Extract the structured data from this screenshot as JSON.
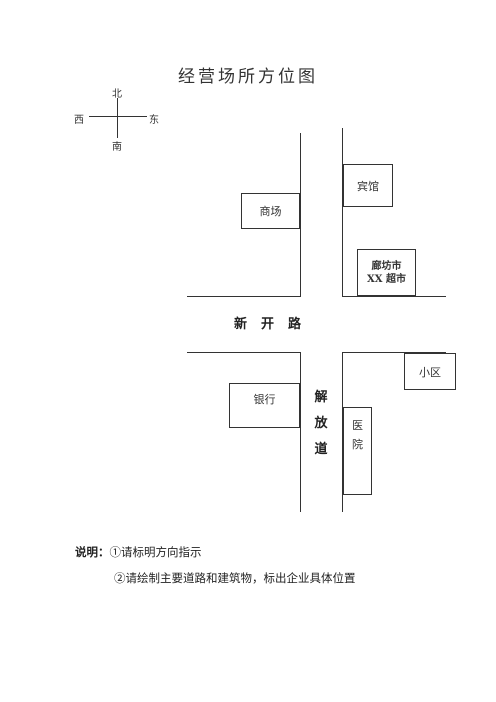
{
  "title": "经营场所方位图",
  "compass": {
    "north": "北",
    "south": "南",
    "west": "西",
    "east": "东"
  },
  "buildings": {
    "mall": "商场",
    "hotel": "宾馆",
    "supermarket_line1": "廊坊市",
    "supermarket_line2": "XX 超市",
    "bank": "银行",
    "residential": "小区",
    "hospital_char1": "医",
    "hospital_char2": "院"
  },
  "roads": {
    "xinkai": "新开路",
    "jiefang": [
      "解",
      "放",
      "道"
    ]
  },
  "notes": {
    "label": "说明：",
    "item1": "①请标明方向指示",
    "item2": "②请绘制主要道路和建筑物，标出企业具体位置"
  }
}
